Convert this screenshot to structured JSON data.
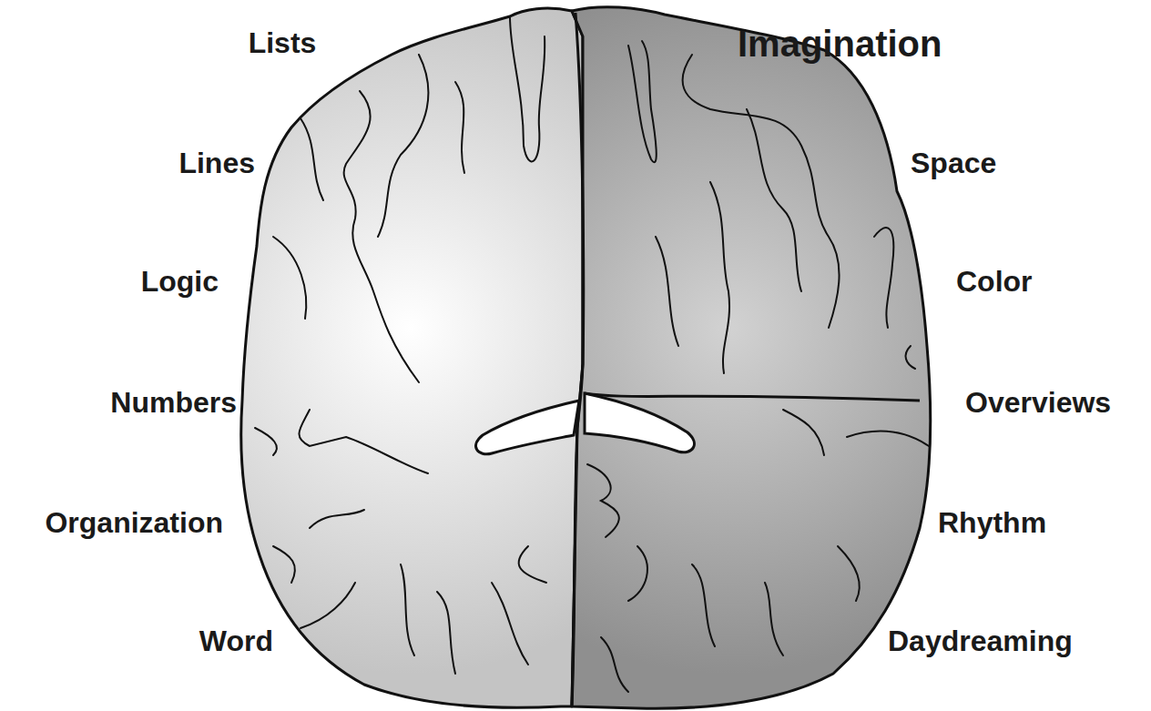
{
  "diagram": {
    "labels": [
      "Lists",
      "Imagination",
      "Lines",
      "Space",
      "Logic",
      "Color",
      "Numbers",
      "Overviews",
      "Organization",
      "Rhythm",
      "Word",
      "Daydreaming"
    ]
  }
}
